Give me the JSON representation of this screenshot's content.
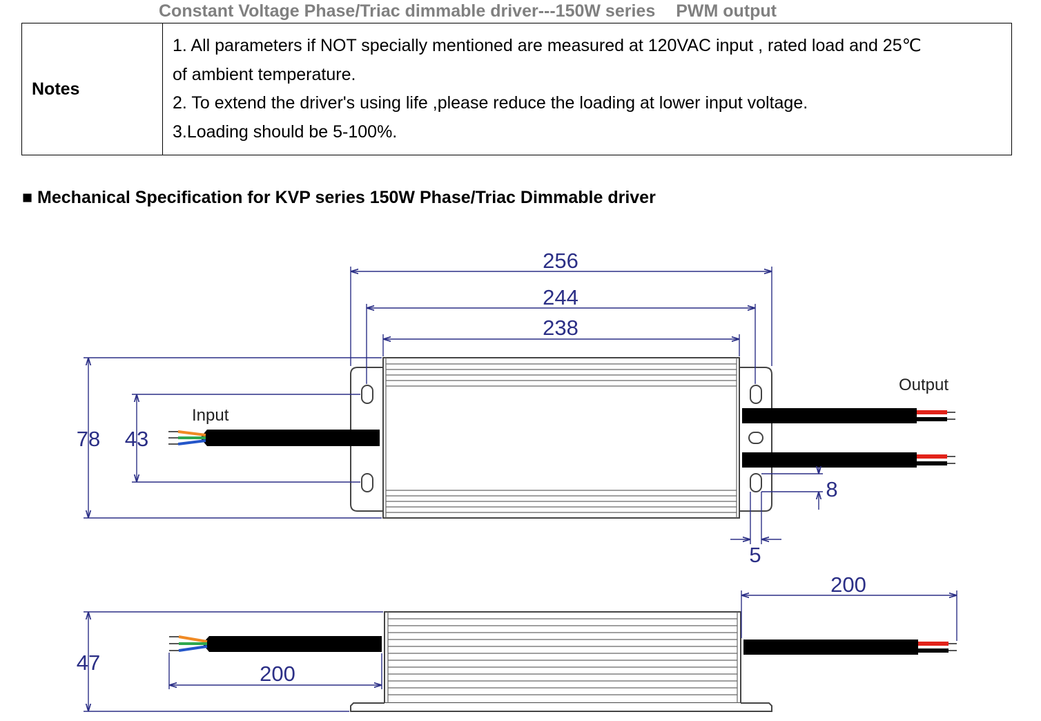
{
  "header": {
    "title": "Constant Voltage Phase/Triac dimmable driver---150W series",
    "output_type": "PWM output"
  },
  "notes": {
    "label": "Notes",
    "lines": [
      "1. All parameters if NOT specially mentioned are measured at 120VAC input , rated load and 25℃",
      "of ambient temperature.",
      "2. To extend the driver's using life ,please reduce the loading at lower input voltage.",
      "3.Loading should be 5-100%."
    ]
  },
  "section": {
    "title": "■ Mechanical Specification for KVP series 150W Phase/Triac Dimmable driver"
  },
  "drawing": {
    "top_view": {
      "overall_length": "256",
      "mounting_hole_pitch": "244",
      "body_length": "238",
      "overall_width": "78",
      "mounting_hole_spacing": "43",
      "slot_length": "8",
      "slot_width": "5",
      "input_label": "Input",
      "output_label": "Output"
    },
    "side_view": {
      "height": "47",
      "input_cable_length": "200",
      "output_cable_length": "200"
    },
    "colors": {
      "dimension": "#2b2f86",
      "outline": "#444444",
      "cable": "#000000",
      "wire_red": "#e2231a",
      "wire_green": "#2fa84f",
      "wire_blue": "#2456c9",
      "wire_orange": "#f08a24"
    }
  }
}
